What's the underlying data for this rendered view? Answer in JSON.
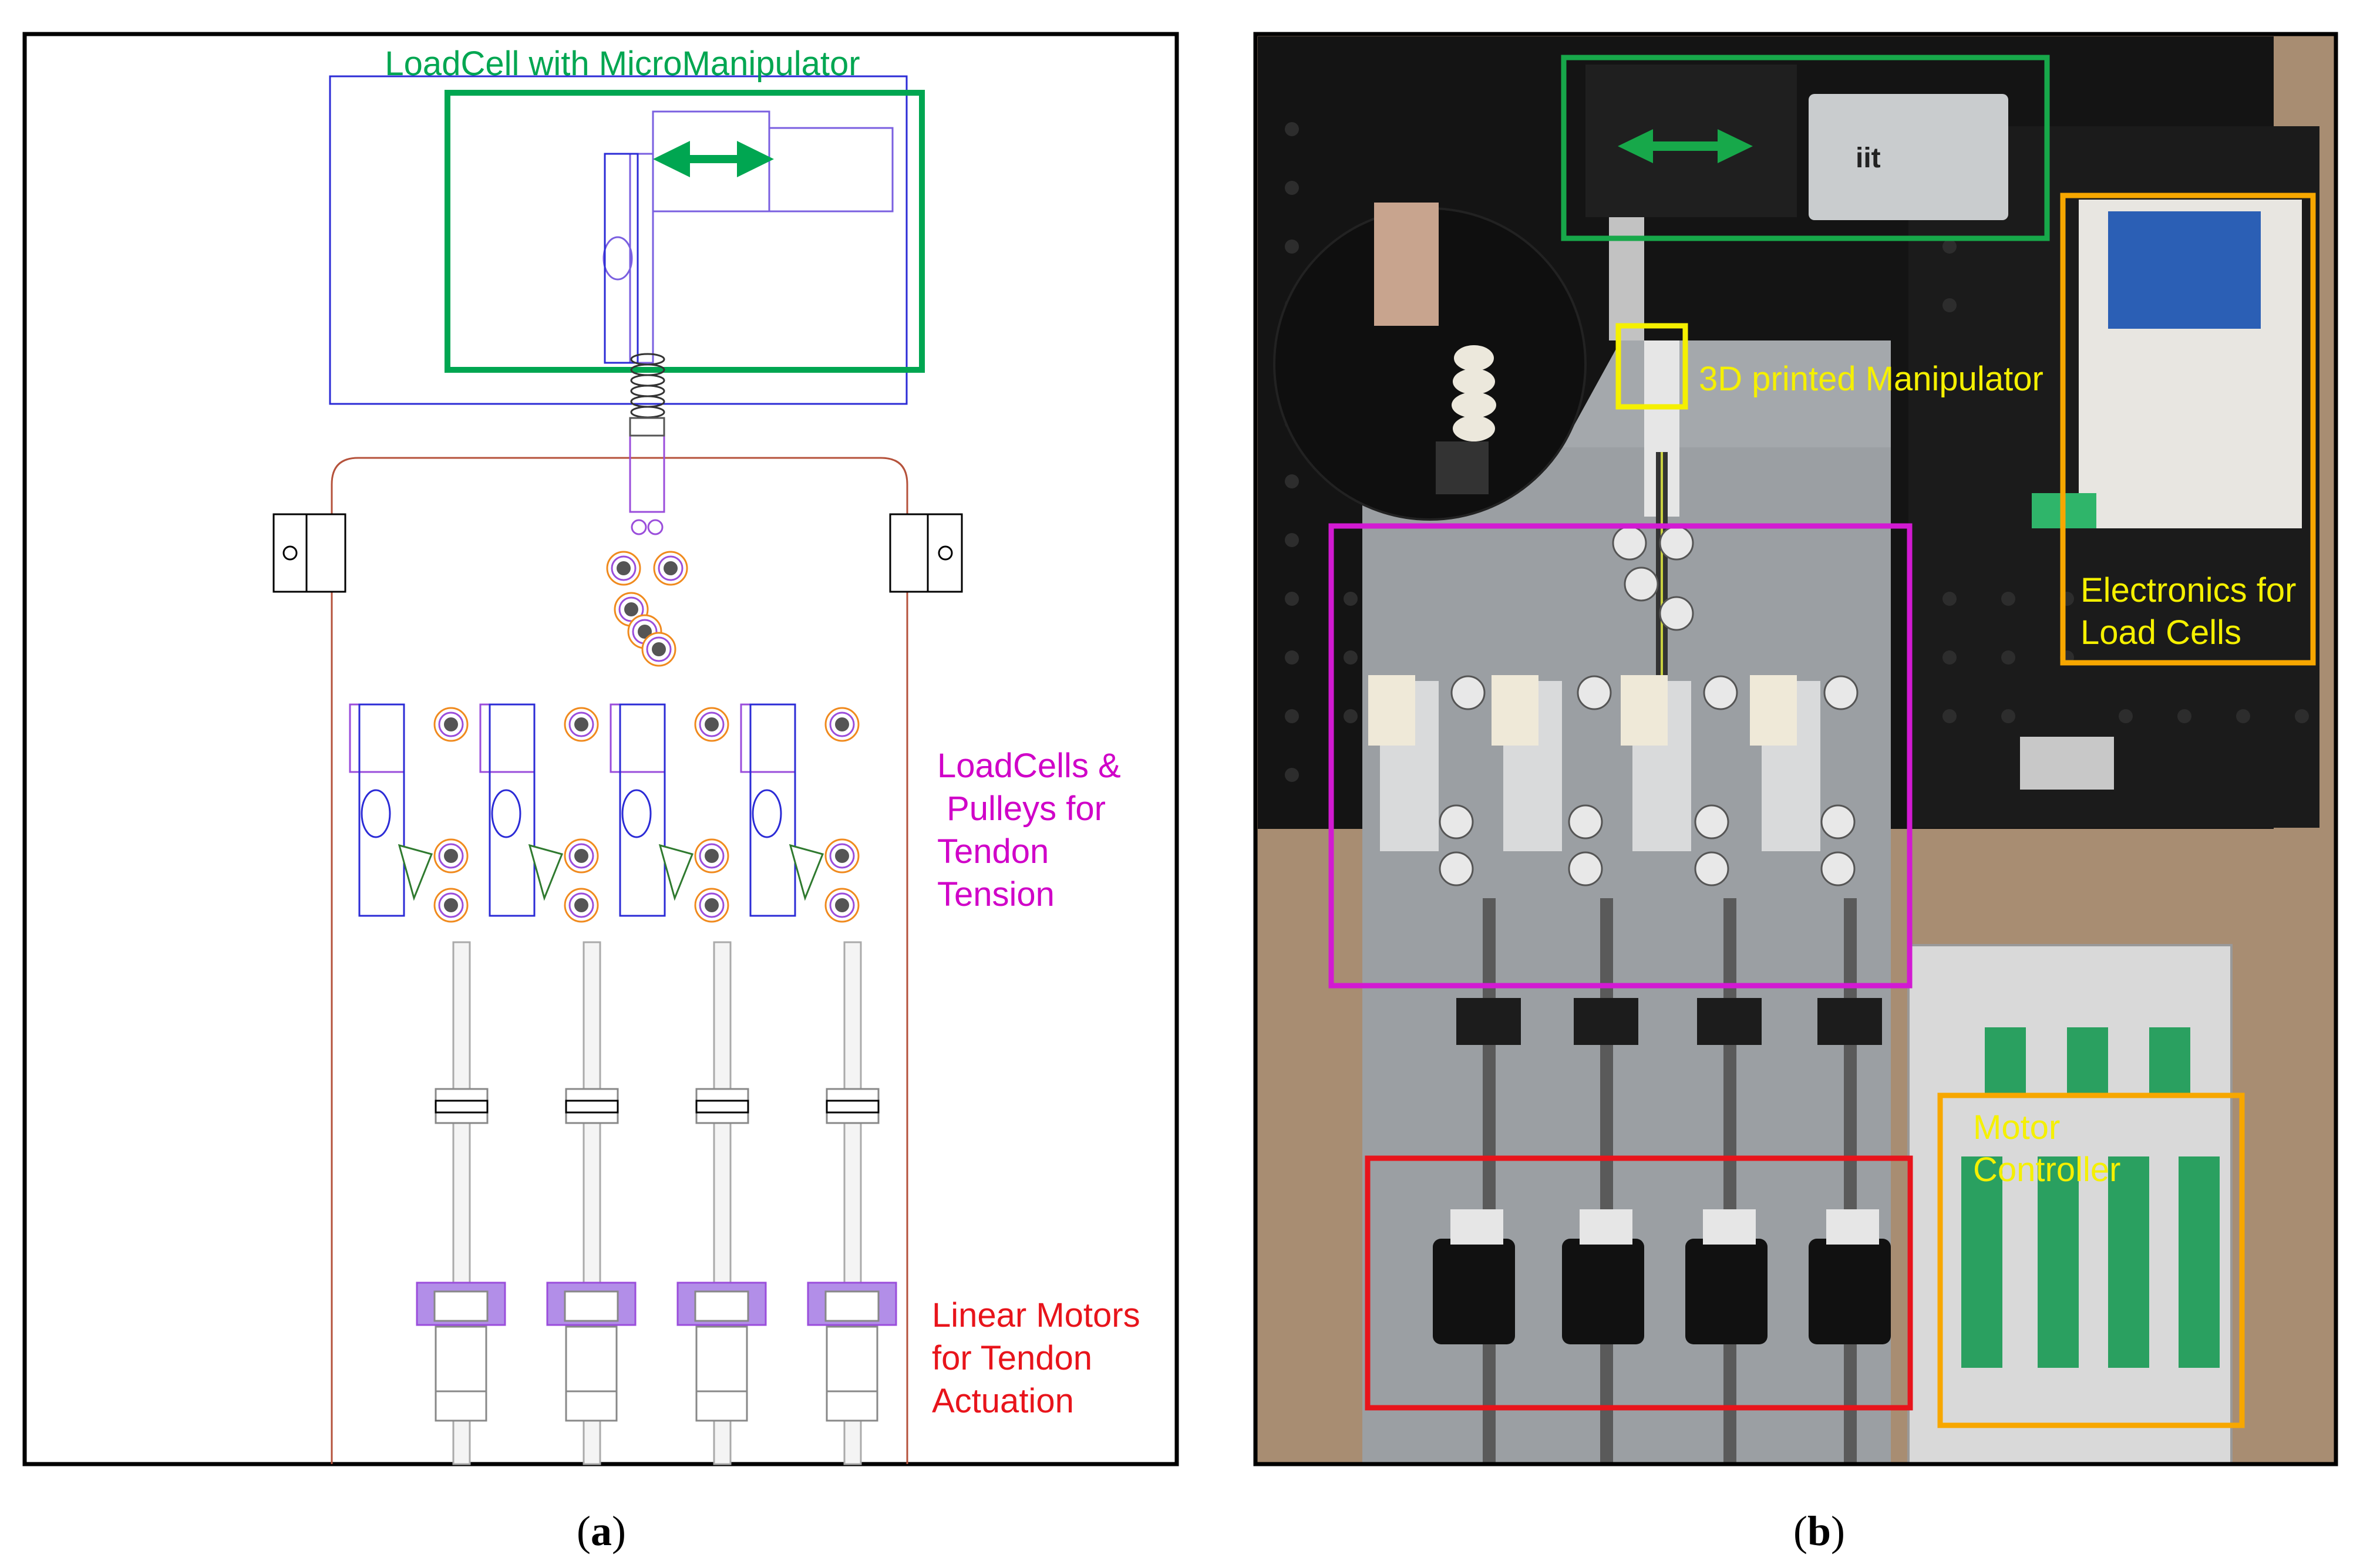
{
  "panel_a": {
    "caption_prefix": "(",
    "caption_letter": "a",
    "caption_suffix": ")",
    "labels": {
      "loadcell_micromanipulator": "LoadCell with MicroManipulator",
      "loadcells_pulleys_1": "LoadCells &",
      "loadcells_pulleys_2": " Pulleys for",
      "loadcells_pulleys_3": "Tendon",
      "loadcells_pulleys_4": "Tension",
      "linear_motors_1": "Linear Motors",
      "linear_motors_2": "for Tendon",
      "linear_motors_3": "Actuation"
    },
    "colors": {
      "green": "#00a651",
      "magenta": "#d000c8",
      "red": "#e8141b",
      "blue": "#2b2bd6",
      "purple": "#9a4ddb",
      "brown": "#b5523b",
      "orange": "#f08a1e"
    }
  },
  "panel_b": {
    "caption_prefix": "(",
    "caption_letter": "b",
    "caption_suffix": ")",
    "labels": {
      "manipulator": "3D printed Manipulator",
      "electronics_1": "Electronics for",
      "electronics_2": "Load Cells",
      "motor_controller_1": "Motor",
      "motor_controller_2": "Controller",
      "iit_logo": "iit"
    },
    "colors": {
      "green": "#17a84a",
      "yellow": "#f5f000",
      "orange": "#f7a700",
      "magenta": "#d21ad2",
      "red": "#e8141b"
    }
  }
}
